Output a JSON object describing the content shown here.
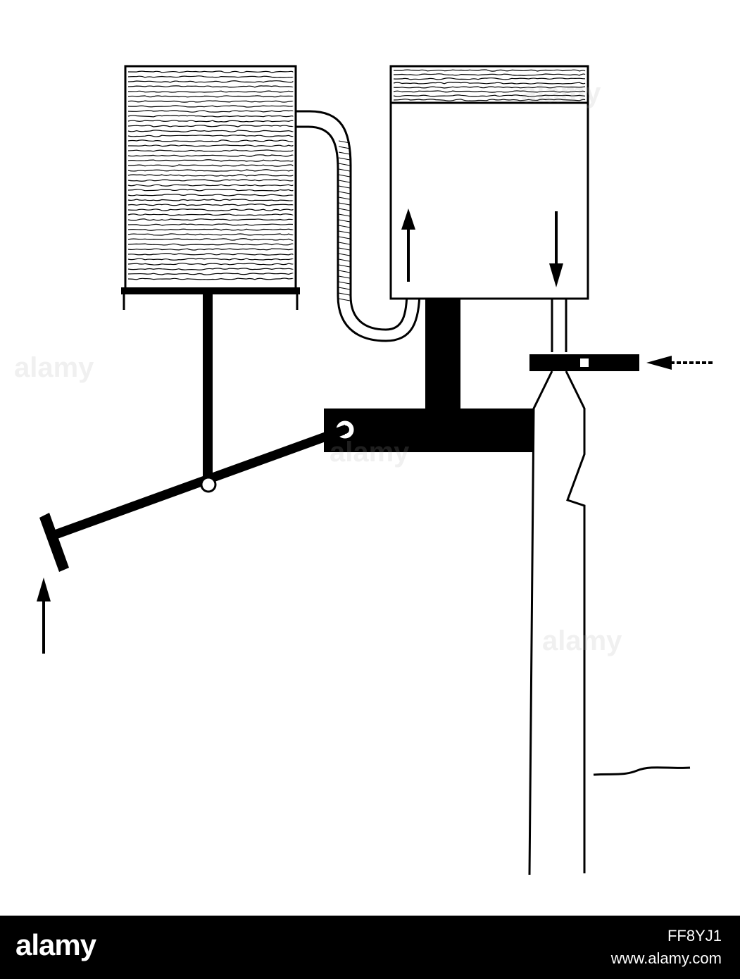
{
  "watermark": {
    "text": "alamy"
  },
  "footer": {
    "logo": "alamy",
    "image_id": "FF8YJ1",
    "url": "www.alamy.com"
  },
  "colors": {
    "ink": "#000000",
    "paper": "#ffffff",
    "footer_bg": "#000000"
  },
  "icons": {
    "arrows": [
      "up-arrow-icon",
      "down-arrow-icon",
      "left-arrow-icon"
    ]
  }
}
